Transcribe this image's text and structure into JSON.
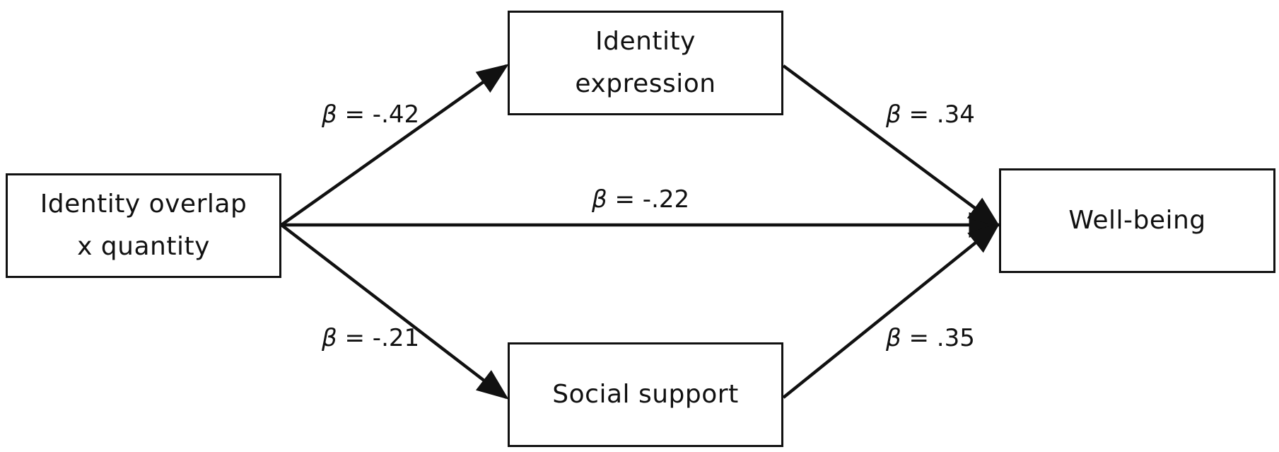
{
  "nodes": {
    "predictor": "Identity overlap\nx quantity",
    "mediator1": "Identity\nexpression",
    "mediator2": "Social support",
    "outcome": "Well-being"
  },
  "paths": {
    "a1": {
      "symbol": "β",
      "value": " = -.42"
    },
    "b1": {
      "symbol": "β",
      "value": " = .34"
    },
    "c": {
      "symbol": "β",
      "value": " = -.22"
    },
    "a2": {
      "symbol": "β",
      "value": " = -.21"
    },
    "b2": {
      "symbol": "β",
      "value": " = .35"
    }
  },
  "colors": {
    "stroke": "#111111",
    "background": "#ffffff"
  }
}
